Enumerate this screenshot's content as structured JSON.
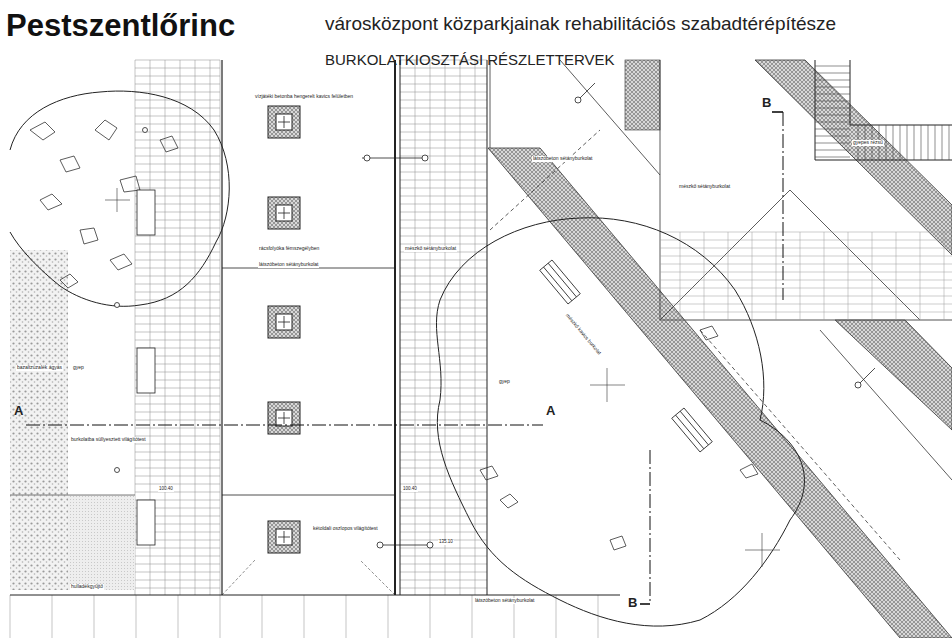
{
  "diagram": {
    "title": "Pestszentlőrinc",
    "labels": [
      "városközpont közparkjainak rehabilitációs szabadtérépítésze",
      "BURKOLATKIOSZTÁSI RÉSZLETTERVEK",
      "vízjátéki betonba hengerelt kavics felületben",
      "rácsfolyóka fémszegélyben",
      "látszóbeton sétányburkolat",
      "mészkő sétányburkolat",
      "látszóbeton sétányburkolat",
      "mészkő sétányburkolat",
      "gyepes rézsű",
      "mészkő kavics burkolat",
      "bazaltzúzalék ágyás",
      "gyep",
      "burkolatba süllyesztett világítótest",
      "hulladékgyűjtő",
      "kétoldali oszlopos világítótest",
      "gyep",
      "látszóbeton sétányburkolat",
      "A",
      "A",
      "B",
      "B",
      "100.40",
      "100.40",
      "135.10"
    ]
  }
}
